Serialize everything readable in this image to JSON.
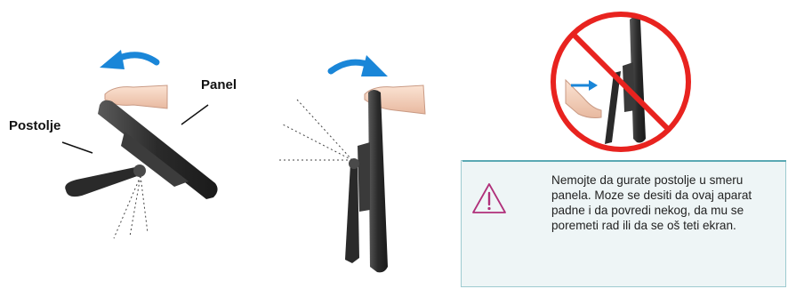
{
  "labels": {
    "panel": "Panel",
    "postolje": "Postolje"
  },
  "warning": {
    "icon": "warning-triangle-icon",
    "text": "Nemojte da gurate postolje u smeru panela. Moze se desiti da ovaj aparat padne i da povredi nekog, da mu se poremeti rad ili da se oš teti ekran."
  },
  "colors": {
    "arrow": "#1a86d8",
    "prohibition": "#e8231f",
    "warning_border": "#5aa8b3",
    "warning_bg": "#eef5f6",
    "monitor": "#2e2e2e"
  },
  "icons": [
    "rotate-left-arrow-icon",
    "rotate-right-arrow-icon",
    "push-arrow-icon",
    "prohibition-icon",
    "warning-triangle-icon"
  ]
}
